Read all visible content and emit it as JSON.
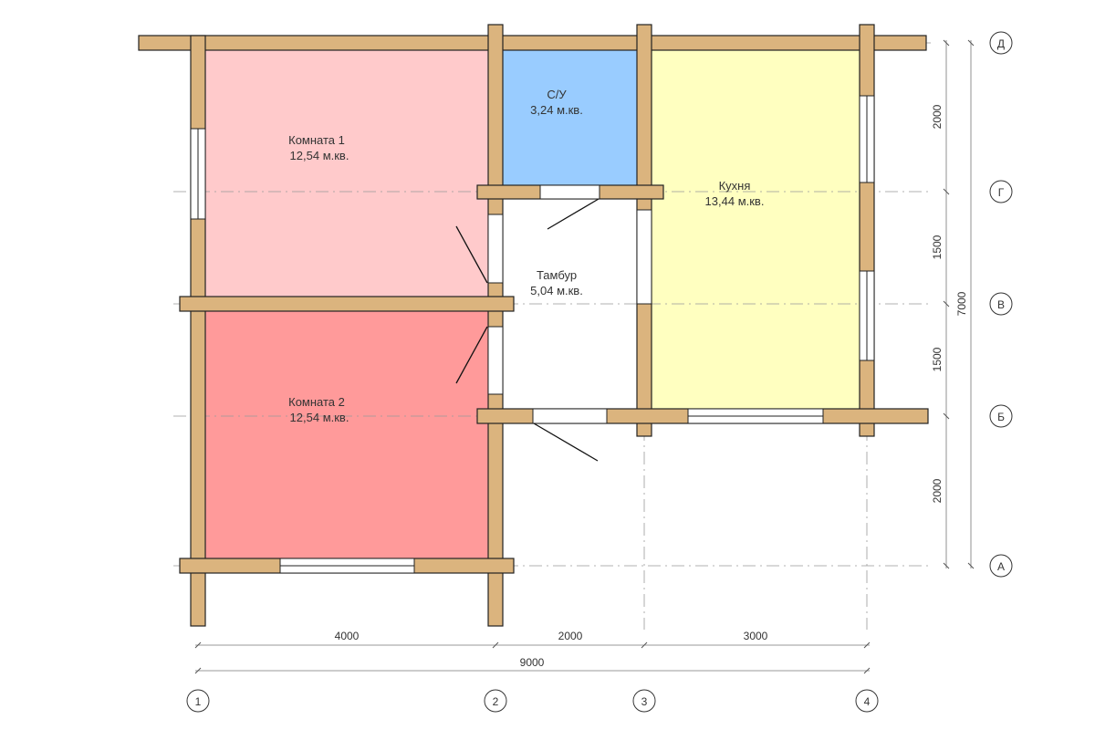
{
  "rooms": [
    {
      "name": "Комната 1",
      "area": "12,54 м.кв.",
      "color": "#FFCACB"
    },
    {
      "name": "Комната 2",
      "area": "12,54 м.кв.",
      "color": "#FF9A9A"
    },
    {
      "name": "С/У",
      "area": "3,24 м.кв.",
      "color": "#99CCFF"
    },
    {
      "name": "Тамбур",
      "area": "5,04 м.кв.",
      "color": "#FFFFFF"
    },
    {
      "name": "Кухня",
      "area": "13,44 м.кв.",
      "color": "#FFFFC0"
    }
  ],
  "wall_color": "#DBB47E",
  "axes_x": [
    "1",
    "2",
    "3",
    "4"
  ],
  "axes_y": [
    "Д",
    "Г",
    "В",
    "Б",
    "А"
  ],
  "dims_bottom": [
    "4000",
    "2000",
    "3000"
  ],
  "dim_bottom_total": "9000",
  "dims_right": [
    "2000",
    "1500",
    "1500",
    "2000"
  ],
  "dim_right_total": "7000"
}
